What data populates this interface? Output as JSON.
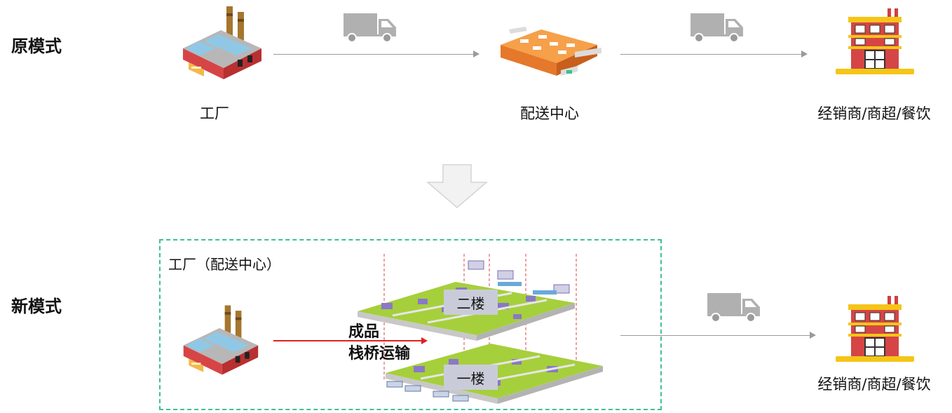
{
  "labels": {
    "old_mode": "原模式",
    "new_mode": "新模式",
    "factory": "工厂",
    "distribution_center": "配送中心",
    "retailer_top": "经销商/商超/餐饮",
    "retailer_bottom": "经销商/商超/餐饮",
    "box_title": "工厂（配送中心）",
    "floor_2": "二楼",
    "floor_1": "一楼",
    "bridge_line1": "成品",
    "bridge_line2": "栈桥运输"
  },
  "icons": {
    "truck": "truck-icon",
    "factory": "factory-icon",
    "warehouse": "warehouse-icon",
    "store": "store-icon",
    "transition_arrow": "down-arrow-icon"
  },
  "colors": {
    "dashed_border": "#3fbf9c",
    "flow_arrow": "#9a9a9a",
    "bridge_arrow": "#e02020",
    "truck": "#b0b0b0",
    "floor_deck": "#a6cf3c"
  }
}
